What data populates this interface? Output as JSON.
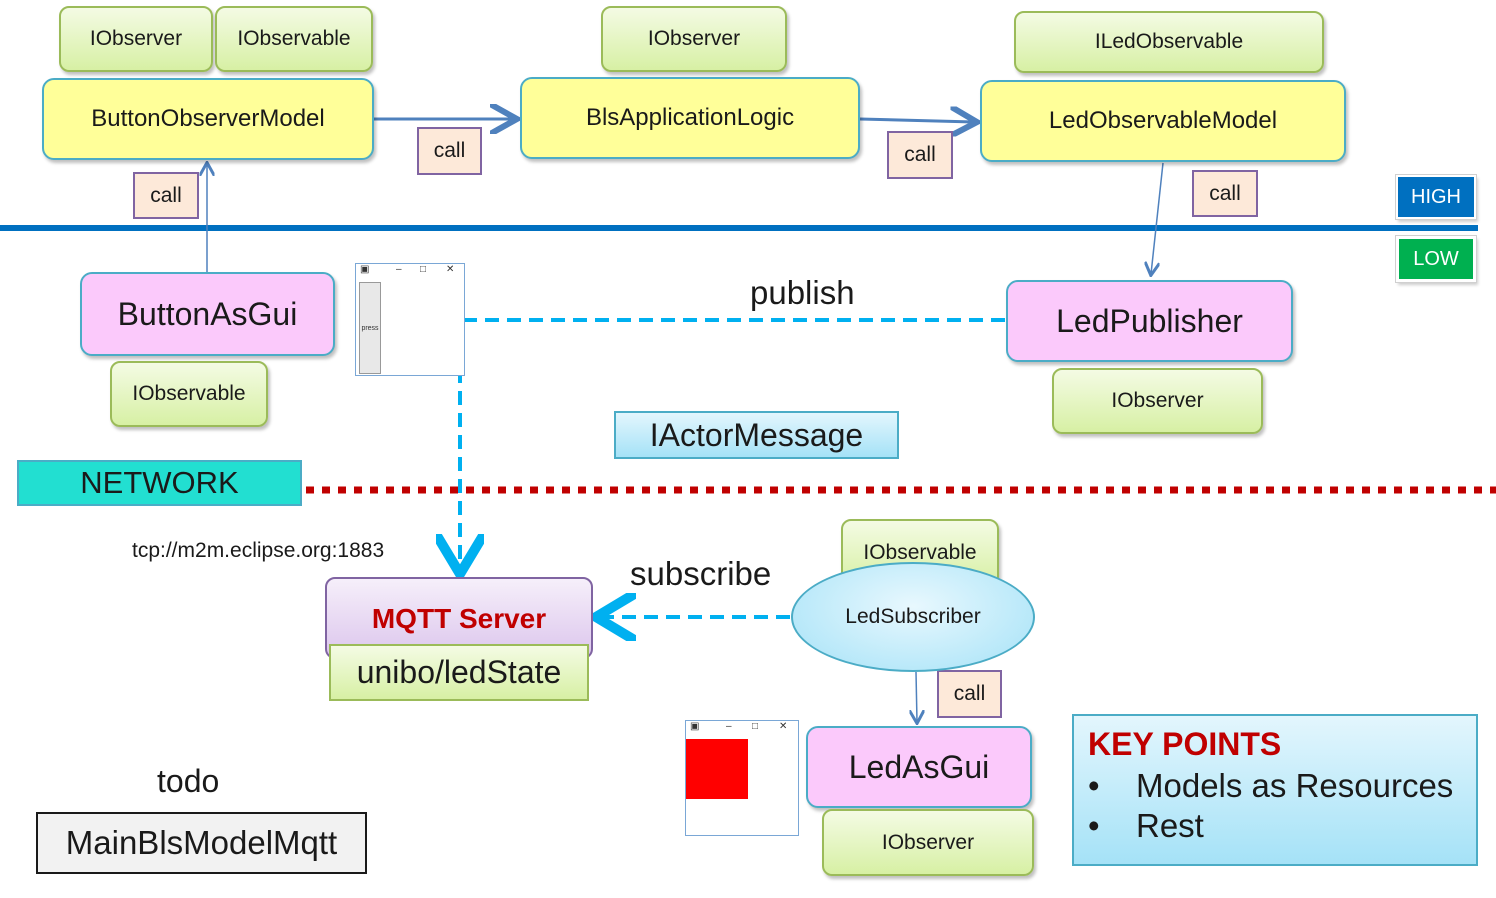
{
  "high_layer": {
    "button_model": {
      "name": "ButtonObserverModel",
      "interfaces": [
        "IObserver",
        "IObservable"
      ]
    },
    "logic": {
      "name": "BlsApplicationLogic",
      "interface": "IObserver"
    },
    "led_model": {
      "name": "LedObservableModel",
      "interface": "ILedObservable"
    }
  },
  "call_labels": [
    "call",
    "call",
    "call",
    "call",
    "call"
  ],
  "layer_tags": {
    "high": "HIGH",
    "low": "LOW"
  },
  "low_layer": {
    "button_gui": {
      "name": "ButtonAsGui",
      "interface": "IObservable",
      "window_button": "press"
    },
    "led_publisher": {
      "name": "LedPublisher",
      "interface": "IObserver"
    },
    "message_type": "IActorMessage",
    "publish_label": "publish",
    "subscribe_label": "subscribe"
  },
  "network": {
    "label": "NETWORK",
    "broker_url": "tcp://m2m.eclipse.org:1883"
  },
  "mqtt": {
    "server": "MQTT Server",
    "topic": "unibo/ledState"
  },
  "subscriber": {
    "name": "LedSubscriber",
    "interface": "IObservable"
  },
  "led_gui": {
    "name": "LedAsGui",
    "interface": "IObserver"
  },
  "key_points": {
    "title": "KEY POINTS",
    "items": [
      "Models as Resources",
      "Rest"
    ]
  },
  "footer": {
    "todo": "todo",
    "main": "MainBlsModelMqtt"
  },
  "colors": {
    "layer_line": "#0070c0",
    "network_line": "#c00000",
    "dashed_flow": "#00b0f0",
    "led_on": "#ff0000",
    "high_tag": "#0070c0",
    "low_tag": "#00b050"
  }
}
